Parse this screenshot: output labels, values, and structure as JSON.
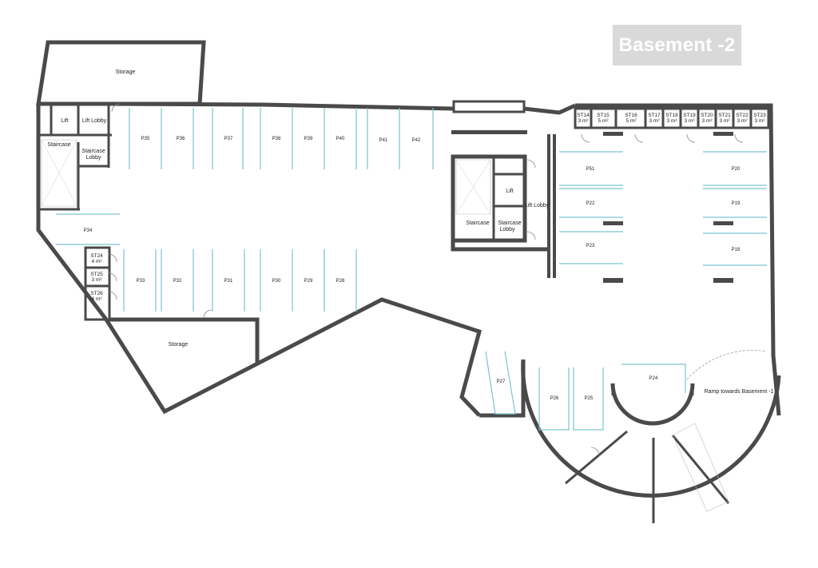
{
  "title": "Basement -2",
  "rooms": {
    "storage_top": "Storage",
    "storage_bottom": "Storage",
    "lift_left": "Lift",
    "lift_lobby_left": "Lift Lobby",
    "staircase_left": "Staircase",
    "staircase_lobby_left_1": "Staircase",
    "staircase_lobby_left_2": "Lobby",
    "lift_right": "Lift",
    "lift_lobby_right": "Lift Lobby",
    "staircase_right": "Staircase",
    "staircase_lobby_right_1": "Staircase",
    "staircase_lobby_right_2": "Lobby",
    "ramp": "Ramp towards Basement -1"
  },
  "parking_labels": [
    "P35",
    "P36",
    "P37",
    "P38",
    "P39",
    "P40",
    "P41",
    "P42",
    "P34",
    "P33",
    "P32",
    "P31",
    "P30",
    "P29",
    "P28",
    "P51",
    "P22",
    "P23",
    "P20",
    "P19",
    "P18",
    "P27",
    "P26",
    "P25",
    "P24"
  ],
  "storage_units_top": [
    {
      "id": "ST14",
      "area": "3 m²"
    },
    {
      "id": "ST15",
      "area": "5 m²"
    },
    {
      "id": "ST16",
      "area": "5 m²"
    },
    {
      "id": "ST17",
      "area": "3 m²"
    },
    {
      "id": "ST18",
      "area": "3 m²"
    },
    {
      "id": "ST19",
      "area": "3 m²"
    },
    {
      "id": "ST20",
      "area": "3 m²"
    },
    {
      "id": "ST21",
      "area": "3 m²"
    },
    {
      "id": "ST22",
      "area": "3 m²"
    },
    {
      "id": "ST23",
      "area": "3 m²"
    }
  ],
  "storage_units_left": [
    {
      "id": "ST24",
      "area": "4 m²"
    },
    {
      "id": "ST25",
      "area": "3 m²"
    },
    {
      "id": "ST26",
      "area": "4 m²"
    }
  ],
  "colors": {
    "wall": "#4a4a4a",
    "bay_line": "#7cc3d0",
    "title_bg": "#d9d9d9",
    "title_text": "#ffffff"
  }
}
